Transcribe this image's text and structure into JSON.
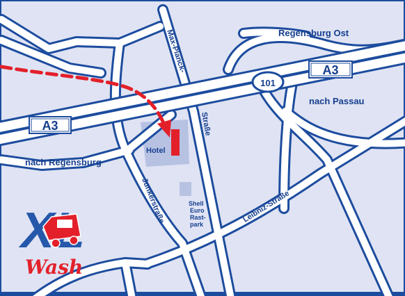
{
  "colors": {
    "land": "#dfe3f3",
    "road_fill": "#ffffff",
    "road_edge": "#1c4c9e",
    "label": "#163f8f",
    "route_arrow": "#e3202a",
    "hotel_area": "#b7c2e3",
    "hotel_marker": "#e3202a",
    "logo_blue": "#2558aa",
    "logo_red": "#e3202a"
  },
  "motorway": {
    "shield_left": "A3",
    "shield_right": "A3",
    "exit_number": "101"
  },
  "places": {
    "regensburg_ost": "Regensburg Ost",
    "nach_passau": "nach Passau",
    "nach_regensburg": "nach Regensburg",
    "hotel": "Hotel",
    "rastpark_line1": "Shell",
    "rastpark_line2": "Euro",
    "rastpark_line3": "Rast-",
    "rastpark_line4": "park"
  },
  "streets": {
    "max_planck": "Max-Planck-",
    "strasse": "Straße",
    "junkerstrasse": "Junkerstraße",
    "leibniz": "Leibniz-Straße"
  },
  "logo": {
    "brand": "XL",
    "script": "Wash"
  },
  "icons": [
    "route-arrow-icon",
    "hotel-marker-icon",
    "truck-icon",
    "motorway-shield-icon",
    "exit-sign-icon"
  ]
}
